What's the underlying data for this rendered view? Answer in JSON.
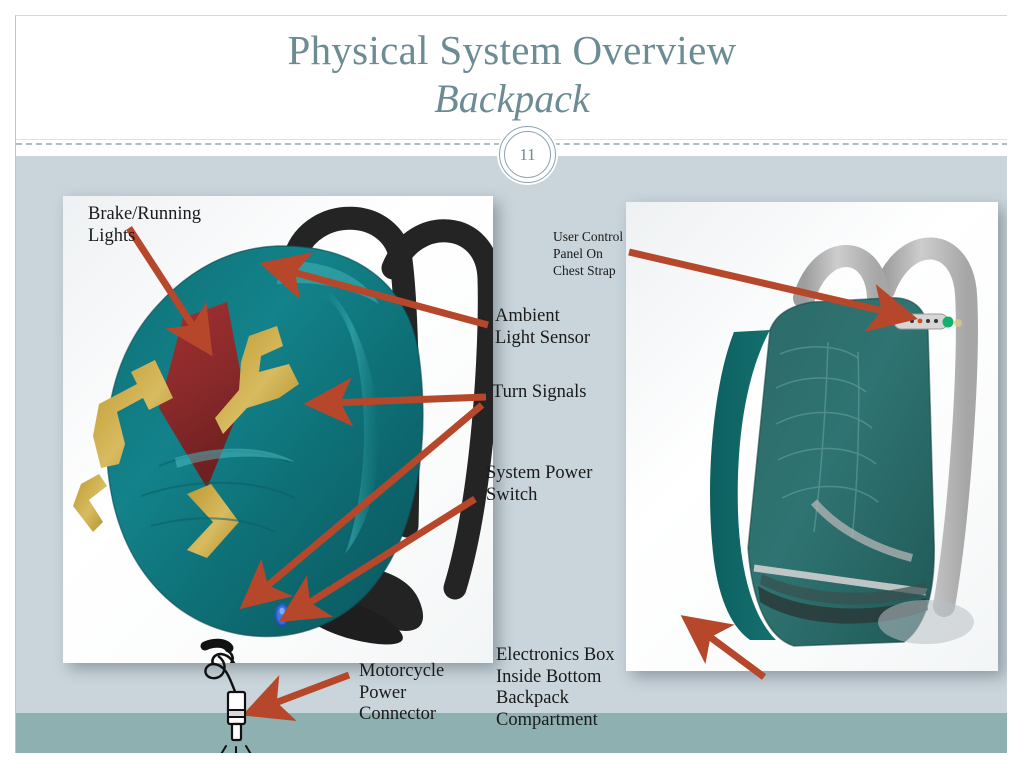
{
  "slide": {
    "title_line1": "Physical System Overview",
    "title_line2": "Backpack",
    "page_number": "11",
    "colors": {
      "title": "#6b8c93",
      "body_background": "#c9d5db",
      "footer_band": "#8fb0b1",
      "arrow": "#b7472a",
      "backpack_teal": "#12757c",
      "brake_light_red": "#8f2a2a",
      "turn_signal_gold": "#c8a63e",
      "strap_black": "#2b2b2b",
      "strap_gray": "#b8b8b8",
      "switch_blue": "#2f5fd0",
      "led_green": "#12b06a"
    }
  },
  "callouts": {
    "brake_lights": "Brake/Running\nLights",
    "ambient_light_sensor": "Ambient\nLight Sensor",
    "turn_signals": "Turn Signals",
    "system_power_switch": "System Power\nSwitch",
    "motorcycle_power_connector": "Motorcycle\nPower\nConnector",
    "electronics_box": "Electronics Box\nInside Bottom\nBackpack\nCompartment",
    "user_control_panel": "User Control\nPanel On\nChest Strap"
  },
  "figures": {
    "left_view": "backpack-front-three-quarter-view",
    "right_view": "backpack-back-view-with-chest-strap"
  }
}
